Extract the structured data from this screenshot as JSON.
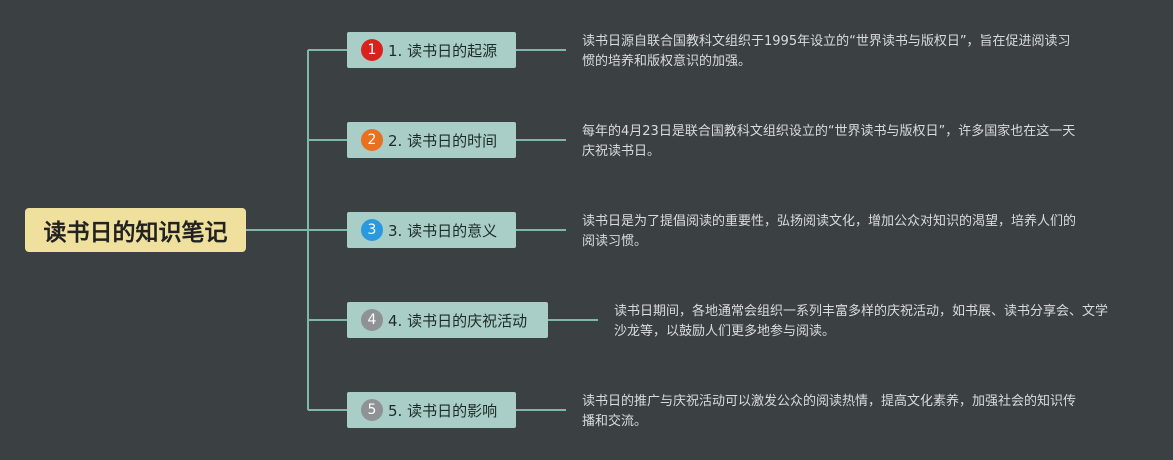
{
  "root": {
    "title": "读书日的知识笔记"
  },
  "topics": [
    {
      "number": "1",
      "label": "1. 读书日的起源",
      "badge_color": "#d8231c",
      "description": "读书日源自联合国教科文组织于1995年设立的“世界读书与版权日”，旨在促进阅读习惯的培养和版权意识的加强。"
    },
    {
      "number": "2",
      "label": "2. 读书日的时间",
      "badge_color": "#e8701e",
      "description": "每年的4月23日是联合国教科文组织设立的“世界读书与版权日”，许多国家也在这一天庆祝读书日。"
    },
    {
      "number": "3",
      "label": "3. 读书日的意义",
      "badge_color": "#2a9ae0",
      "description": "读书日是为了提倡阅读的重要性，弘扬阅读文化，增加公众对知识的渴望，培养人们的阅读习惯。"
    },
    {
      "number": "4",
      "label": "4. 读书日的庆祝活动",
      "badge_color": "#8e9294",
      "description": "读书日期间，各地通常会组织一系列丰富多样的庆祝活动，如书展、读书分享会、文学沙龙等，以鼓励人们更多地参与阅读。"
    },
    {
      "number": "5",
      "label": "5. 读书日的影响",
      "badge_color": "#8e9294",
      "description": "读书日的推广与庆祝活动可以激发公众的阅读热情，提高文化素养，加强社会的知识传播和交流。"
    }
  ],
  "colors": {
    "background": "#3b4043",
    "line": "#7fb7ad",
    "root_fill": "#efe19d",
    "topic_fill": "#a9cec7"
  }
}
